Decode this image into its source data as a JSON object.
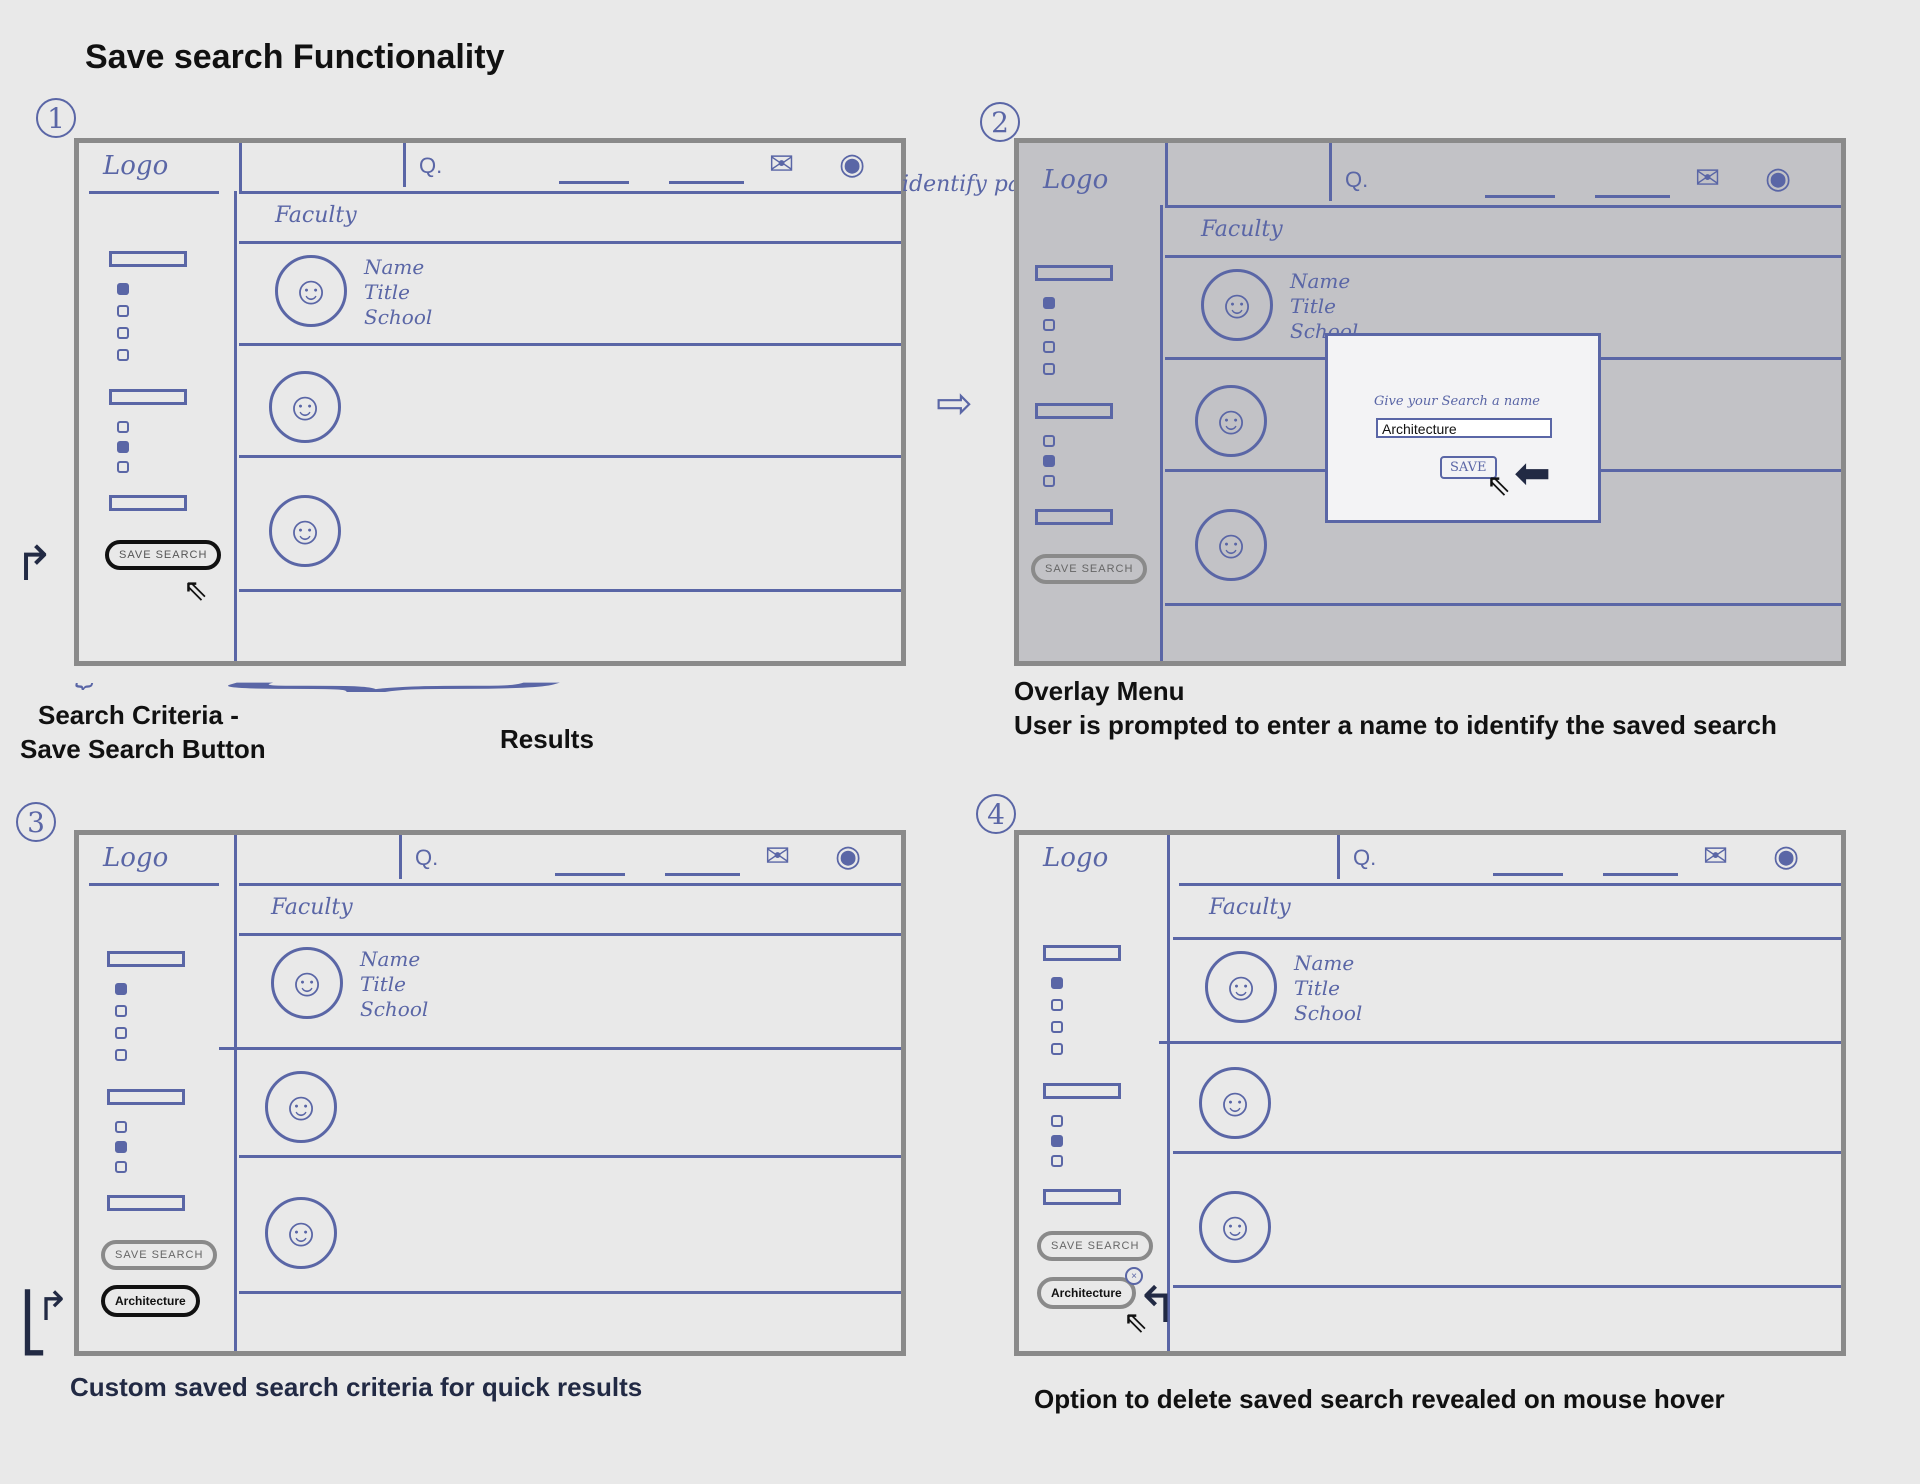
{
  "title": "Save search Functionality",
  "steps": [
    "1",
    "2",
    "3",
    "4"
  ],
  "wireframe": {
    "logo": "Logo",
    "search_icon": "Q.",
    "mail_icon": "mail-icon",
    "user_icon": "user-icon",
    "section_label": "Faculty",
    "result_name": "Name",
    "result_title": "Title",
    "result_school": "School",
    "save_search_label": "SAVE SEARCH",
    "saved_search_label": "Architecture"
  },
  "modal": {
    "prompt": "Give your Search a name",
    "input_value": "Architecture",
    "save_label": "SAVE"
  },
  "annotations": {
    "identify_page": "identify page",
    "search_criteria": "Search Criteria -",
    "save_search_button": "Save Search Button",
    "results": "Results",
    "overlay_title": "Overlay Menu",
    "overlay_desc": "User is prompted to enter a name to identify the saved search",
    "custom_saved": "Custom saved search criteria for quick results",
    "delete_option": "Option to delete saved search revealed on mouse hover"
  },
  "colors": {
    "sketch": "#5a66a6",
    "frame": "#8a8a8a",
    "background": "#e9e9e9",
    "overlay": "#c2c2c6"
  }
}
